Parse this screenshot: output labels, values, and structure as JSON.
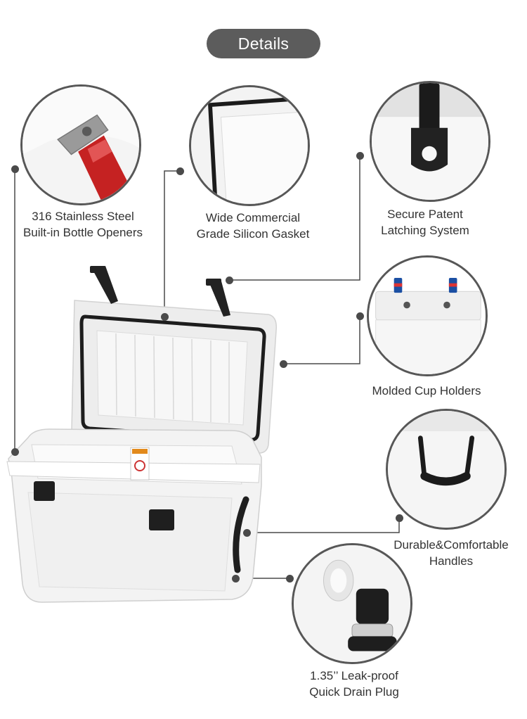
{
  "header": {
    "title": "Details"
  },
  "features": [
    {
      "line1": "316 Stainless Steel",
      "line2": "Built-in Bottle Openers",
      "icon": "bottle-opener"
    },
    {
      "line1": "Wide Commercial",
      "line2": "Grade Silicon Gasket",
      "icon": "gasket"
    },
    {
      "line1": "Secure Patent",
      "line2": "Latching System",
      "icon": "latch"
    },
    {
      "line1": "Molded Cup Holders",
      "line2": "",
      "icon": "cup-holder"
    },
    {
      "line1": "Durable&Comfortable",
      "line2": "Handles",
      "icon": "handle"
    },
    {
      "line1": "1.35’’ Leak-proof",
      "line2": "Quick Drain Plug",
      "icon": "drain-plug"
    }
  ],
  "colors": {
    "pill": "#5c5c5c",
    "lines": "#4a4a4a",
    "circle_border": "#575757"
  }
}
